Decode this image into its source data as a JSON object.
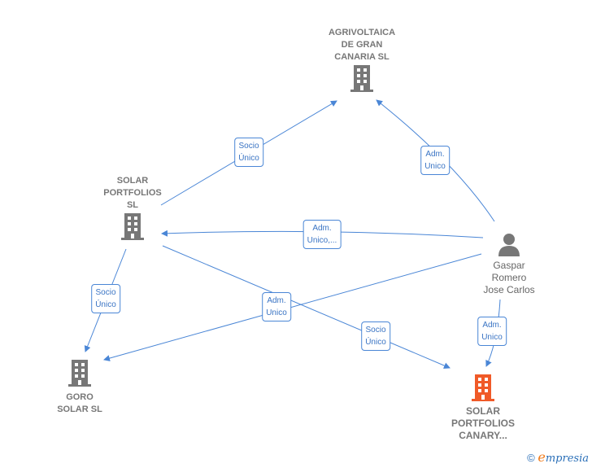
{
  "nodes": {
    "agrivoltaica": {
      "label": "AGRIVOLTAICA\nDE GRAN\nCANARIA  SL",
      "icon": "building-icon",
      "color": "#777777"
    },
    "solar_portfolios": {
      "label": "SOLAR\nPORTFOLIOS\nSL",
      "icon": "building-icon",
      "color": "#777777"
    },
    "goro": {
      "label": "GORO\nSOLAR  SL",
      "icon": "building-icon",
      "color": "#777777"
    },
    "canary": {
      "label": "SOLAR\nPORTFOLIOS\nCANARY...",
      "icon": "building-icon",
      "color": "#f05a28"
    },
    "gaspar": {
      "label": "Gaspar\nRomero\nJose Carlos",
      "icon": "person-icon",
      "color": "#777777"
    }
  },
  "edges": [
    {
      "label": "Socio\nÚnico"
    },
    {
      "label": "Adm.\nUnico"
    },
    {
      "label": "Adm.\nUnico,..."
    },
    {
      "label": "Socio\nÚnico"
    },
    {
      "label": "Socio\nÚnico"
    },
    {
      "label": "Adm.\nUnico"
    },
    {
      "label": "Adm.\nUnico"
    }
  ],
  "footer": {
    "copyright": "©",
    "brand_e": "e",
    "brand_rest": "mpresia"
  },
  "colors": {
    "edge": "#4a86d6"
  }
}
